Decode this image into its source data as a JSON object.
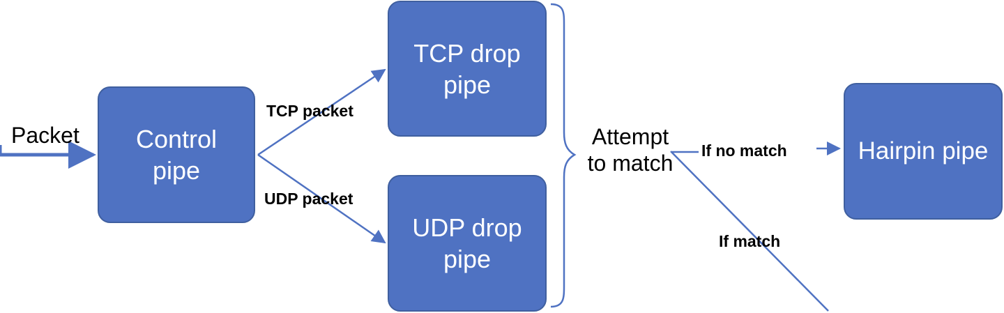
{
  "nodes": {
    "control": "Control\npipe",
    "tcp_drop": "TCP drop\npipe",
    "udp_drop": "UDP drop\npipe",
    "hairpin": "Hairpin pipe"
  },
  "labels": {
    "packet": "Packet",
    "tcp_packet": "TCP packet",
    "udp_packet": "UDP packet",
    "attempt": "Attempt\nto match",
    "if_no_match": "If no match",
    "if_match": "If match"
  },
  "colors": {
    "box_fill": "#4f72c2",
    "box_border": "#3f5f9f",
    "connector": "#4f72c2",
    "text_on_box": "#ffffff",
    "text": "#000000"
  }
}
